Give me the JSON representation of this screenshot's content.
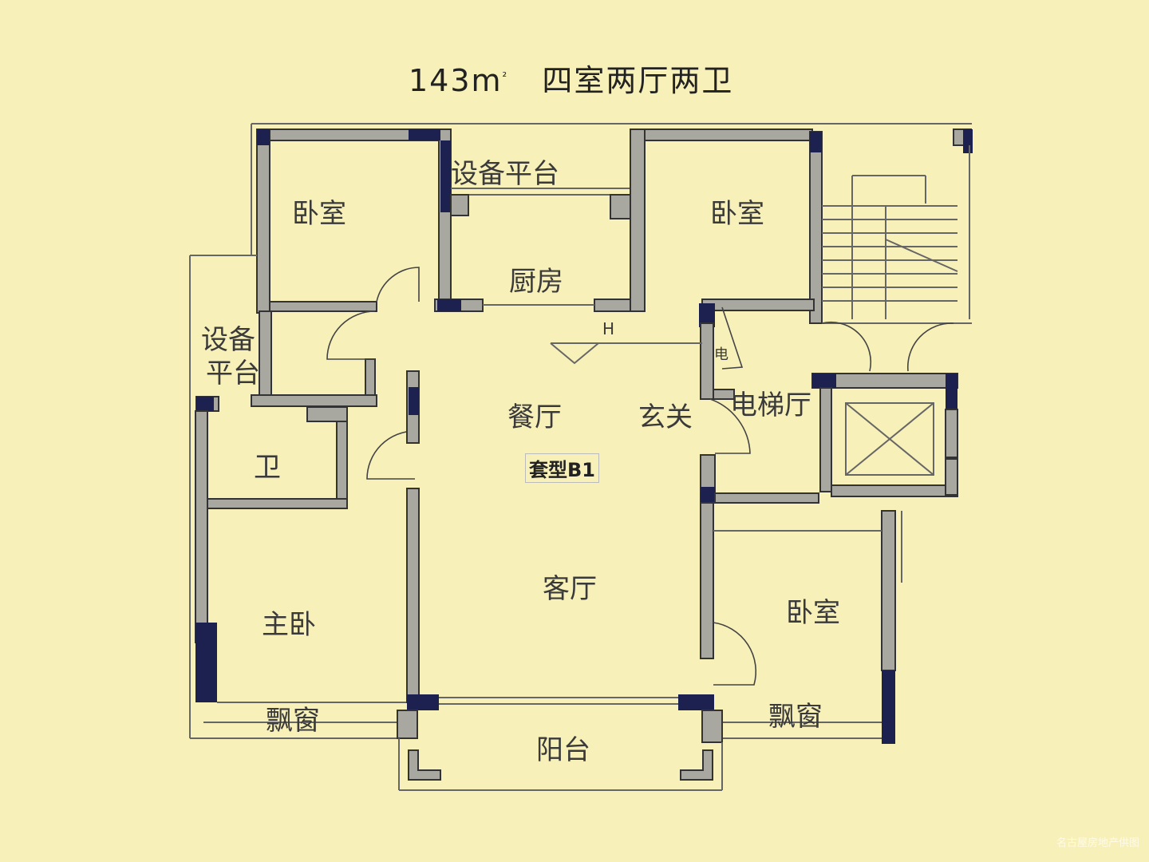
{
  "title": {
    "area": "143m",
    "area_unit_sup": "²",
    "layout": "四室两厅两卫"
  },
  "rooms": {
    "bedroom_nw": "卧室",
    "equipment_platform_top": "设备平台",
    "kitchen": "厨房",
    "bedroom_ne": "卧室",
    "equipment_platform_left_1": "设备",
    "equipment_platform_left_2": "平台",
    "h_mark": "H",
    "meter": "电",
    "dining": "餐厅",
    "foyer": "玄关",
    "elevator_hall": "电梯厅",
    "bathroom": "卫",
    "living": "客厅",
    "master_bedroom": "主卧",
    "bedroom_se": "卧室",
    "bay_window_left": "飘窗",
    "bay_window_right": "飘窗",
    "balcony": "阳台"
  },
  "unit_type": "套型B1",
  "watermark": "名古屋房地产供图",
  "colors": {
    "background": "#f8f0b9",
    "wall": "#a8a7a0",
    "column": "#1d2150"
  }
}
